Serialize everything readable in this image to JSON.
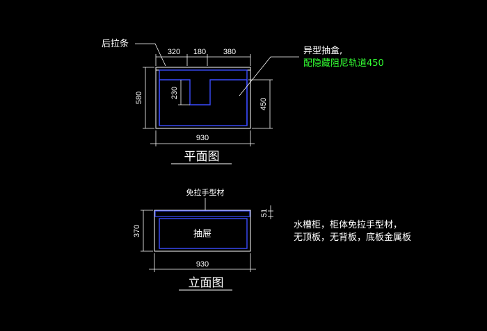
{
  "plan": {
    "title": "平面图",
    "rear_strip_label": "后拉条",
    "top_dims": [
      "320",
      "180",
      "380"
    ],
    "left_dim": "580",
    "inner_dim": "230",
    "right_dim": "450",
    "bottom_dim": "930",
    "note_line1": "异型抽盒,",
    "note_line2": "配隐藏阻尼轨道450"
  },
  "elevation": {
    "title": "立面图",
    "profile_label": "免拉手型材",
    "drawer_label": "抽屉",
    "left_dim": "370",
    "right_dim": "51",
    "bottom_dim": "930",
    "note_line1": "水槽柜，柜体免拉手型材，",
    "note_line2": "无顶板，无背板，底板金属板"
  },
  "colors": {
    "background": "#000000",
    "outline": "#ffffff",
    "inner": "#3b4cff",
    "highlight": "#33ff33"
  }
}
